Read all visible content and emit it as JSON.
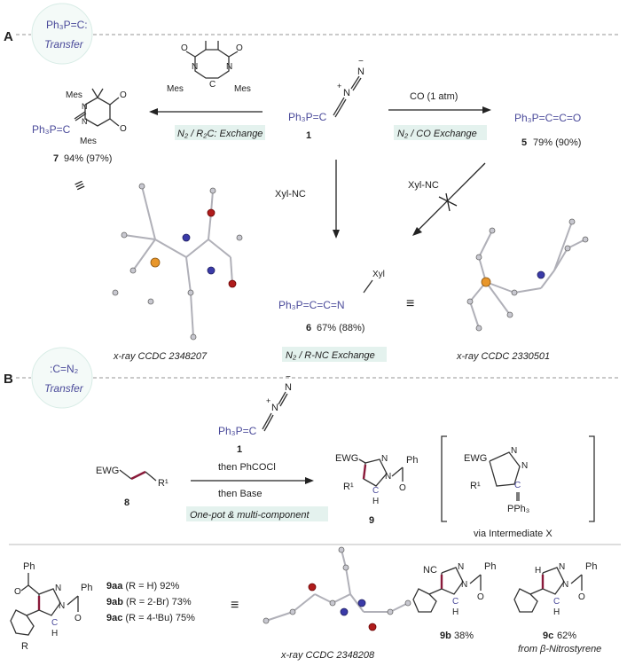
{
  "section_a": {
    "letter": "A",
    "badge_formula": "Ph₃P=C:",
    "badge_label": "Transfer",
    "reagent_top": "Mes—N—C—N—Mes",
    "mes1": "Mes",
    "mes2": "Mes",
    "exchange_left": "N₂ / R₂C: Exchange",
    "compound1_formula": "Ph₃P=C",
    "compound1_label": "1",
    "co_reagent": "CO (1 atm)",
    "exchange_right": "N₂ / CO Exchange",
    "compound5_formula": "Ph₃P=C=C=O",
    "compound5_label": "5",
    "compound5_yield": "79% (90%)",
    "compound7_formula": "Ph₃P=C",
    "compound7_label": "7",
    "compound7_yield": "94% (97%)",
    "compound7_mes_top": "Mes",
    "compound7_mes_bottom": "Mes",
    "equiv_sign": "≡",
    "xyl_nc_left": "Xyl-NC",
    "xyl_nc_right": "Xyl-NC",
    "compound6_formula": "Ph₃P=C=C=N",
    "compound6_xyl": "Xyl",
    "compound6_label": "6",
    "compound6_yield": "67% (88%)",
    "exchange_bottom": "N₂ / R-NC Exchange",
    "xray_left": "x-ray  CCDC 2348207",
    "xray_right": "x-ray  CCDC 2330501"
  },
  "section_b": {
    "letter": "B",
    "badge_formula": ":C=N₂",
    "badge_label": "Transfer",
    "reagent1_formula": "Ph₃P=C",
    "reagent1_label": "1",
    "step1": "then PhCOCl",
    "step2": "then Base",
    "substrate_ewg": "EWG",
    "substrate_r": "R¹",
    "substrate_label": "8",
    "conditions": "One-pot & multi-component",
    "product_ewg": "EWG",
    "product_ph": "Ph",
    "product_r": "R¹",
    "product_label": "9",
    "inter_ewg": "EWG",
    "inter_r": "R¹",
    "inter_pph3": "PPh₃",
    "inter_caption": "via Intermediate X"
  },
  "bottom": {
    "ph1": "Ph",
    "ph2": "Ph",
    "r_label": "R",
    "items": [
      {
        "code": "9aa",
        "text": " (R = H) 92%"
      },
      {
        "code": "9ab",
        "text": " (R = 2-Br) 73%"
      },
      {
        "code": "9ac",
        "text": " (R = 4-ᵗBu) 75%"
      }
    ],
    "equiv": "≡",
    "xray": "x-ray  CCDC 2348208",
    "c9b_nc": "NC",
    "c9b_ph": "Ph",
    "c9b_label": "9b",
    "c9b_yield": "38%",
    "c9c_ph": "Ph",
    "c9c_label": "9c",
    "c9c_yield": "62%",
    "c9c_source": "from β-Nitrostyrene"
  }
}
